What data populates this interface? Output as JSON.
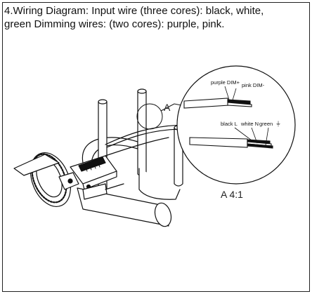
{
  "caption": {
    "line1": "4.Wiring Diagram: Input wire (three cores): black, white,",
    "line2": "green Dimming wires: (two cores): purple, pink."
  },
  "callout": {
    "marker": "A",
    "scale": "A 4:1"
  },
  "dimming_wires": {
    "purple": "purple DIM+",
    "pink": "pink DIM-"
  },
  "input_wires": {
    "black": "black L",
    "white": "white N",
    "green": "green",
    "ground_symbol": "⏚"
  },
  "colors": {
    "ink": "#111111",
    "paper": "#ffffff"
  }
}
